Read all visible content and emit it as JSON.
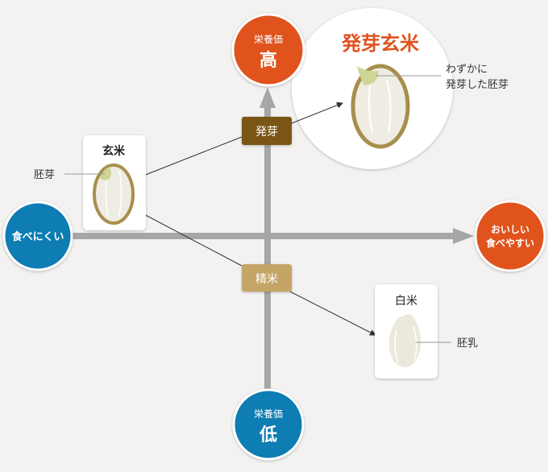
{
  "colors": {
    "high_orange": "#e0531f",
    "low_blue": "#0b7db3",
    "germinate_brown": "#7a5512",
    "polish_tan": "#c4a566",
    "axis_gray": "#a6a6a6",
    "background": "#f3f2f0"
  },
  "axis": {
    "top": {
      "line1": "栄養価",
      "line2": "高"
    },
    "bottom": {
      "line1": "栄養価",
      "line2": "低"
    },
    "left": {
      "label": "食べにくい"
    },
    "right": {
      "line1": "おいしい",
      "line2": "食べやすい"
    }
  },
  "steps": {
    "germinate": "発芽",
    "polish": "精米"
  },
  "cards": {
    "brown_rice": {
      "title": "玄米",
      "part_label": "胚芽"
    },
    "white_rice": {
      "title": "白米",
      "part_label": "胚乳"
    },
    "germinated_brown_rice": {
      "title": "発芽玄米",
      "part_label_line1": "わずかに",
      "part_label_line2": "発芽した胚芽"
    }
  }
}
